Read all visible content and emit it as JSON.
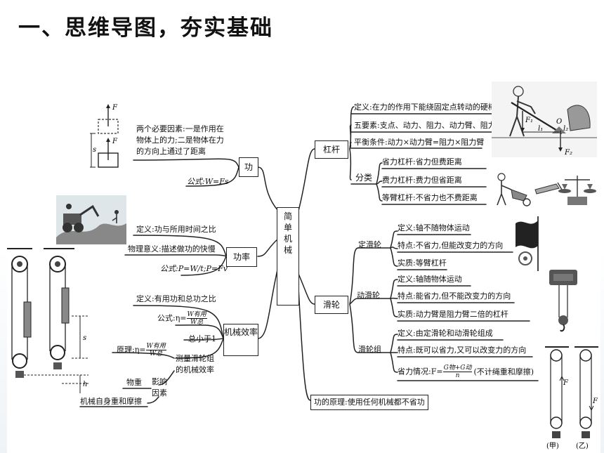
{
  "slide_title": "一、思维导图，夯实基础",
  "root": "简单机械",
  "lever": {
    "label": "杠杆",
    "definition": "定义:在力的作用下能绕固定点转动的硬棒",
    "five_elements": "五要素:支点、动力、阻力、动力臂、阻力臂",
    "balance": "平衡条件:动力×动力臂=阻力×阻力臂",
    "class_label": "分类",
    "classes": [
      "省力杠杆:省力但费距离",
      "费力杠杆:费力但省距离",
      "等臂杠杆:不省力也不费距离"
    ],
    "figure_labels": {
      "F1": "F₁",
      "O": "O",
      "l1": "l₁",
      "l2": "l₂",
      "F2": "F₂"
    }
  },
  "pulley": {
    "label": "滑轮",
    "fixed": {
      "label": "定滑轮",
      "items": [
        "定义:轴不随物体运动",
        "特点:不省力,但能改变力的方向",
        "实质:等臂杠杆"
      ]
    },
    "movable": {
      "label": "动滑轮",
      "items": [
        "定义:轴随物体运动",
        "特点:能省力,但不能改变力的方向",
        "实质:动力臂是阻力臂二倍的杠杆"
      ]
    },
    "block": {
      "label": "滑轮组",
      "items": [
        "定义:由定滑轮和动滑轮组成",
        "特点:既可以省力,又可以改变力的方向"
      ],
      "force_prefix": "省力情况:F=",
      "force_numerator": "G物+G动",
      "force_denominator": "n",
      "force_note": "(不计绳重和摩擦)"
    },
    "figure_labels": {
      "jia": "(甲)",
      "yi": "(乙)",
      "F": "F"
    }
  },
  "principle": "功的原理:使用任何机械都不省功",
  "work": {
    "label": "功",
    "factors": "两个必要因素:一是作用在物体上的力;二是物体在力的方向上通过了距离",
    "formula": "公式:W=Fs",
    "figure_labels": {
      "F": "F",
      "s": "s"
    }
  },
  "power": {
    "label": "功率",
    "definition": "定义:功与所用时间之比",
    "meaning": "物理意义:描述做功的快慢",
    "formula": "公式:P=W/t;P=Fv"
  },
  "efficiency": {
    "label": "机械效率",
    "definition": "定义:有用功和总功之比",
    "formula_prefix": "公式:η=",
    "formula_num": "W有用",
    "formula_den": "W总",
    "less_than_one": "总小于1",
    "measure": "测量滑轮组的机械效率",
    "principle_prefix": "原理:η=",
    "principle_num": "W有用",
    "principle_den": "W总",
    "factors_label": "影响因素",
    "factor_weight": "物重",
    "factor_self": "机械自身重和摩擦",
    "figure_labels": {
      "s": "s",
      "h": "h"
    }
  }
}
